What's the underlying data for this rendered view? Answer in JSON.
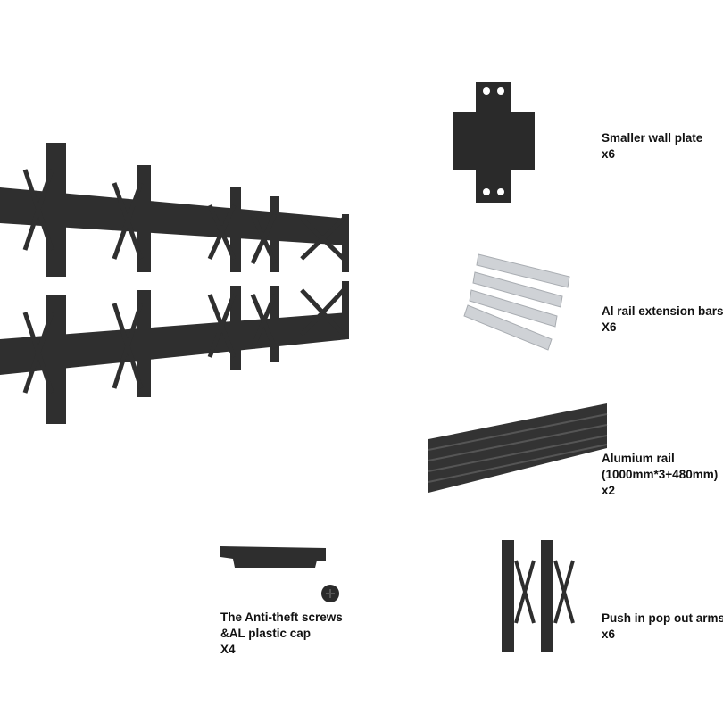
{
  "parts": [
    {
      "name": "Smaller wall plate",
      "qty": "x6"
    },
    {
      "name": "Al rail extension bars",
      "qty": "X6"
    },
    {
      "name": "Alumium rail",
      "spec": "(1000mm*3+480mm)",
      "qty": "x2"
    },
    {
      "name": "The Anti-theft screws",
      "name2": "&AL plastic cap",
      "qty": "X4"
    },
    {
      "name": "Push in pop out arms",
      "qty": "x6"
    }
  ],
  "colors": {
    "metal": "#2b2b2b",
    "aluminium": "#c9ccd0",
    "text": "#111111"
  }
}
